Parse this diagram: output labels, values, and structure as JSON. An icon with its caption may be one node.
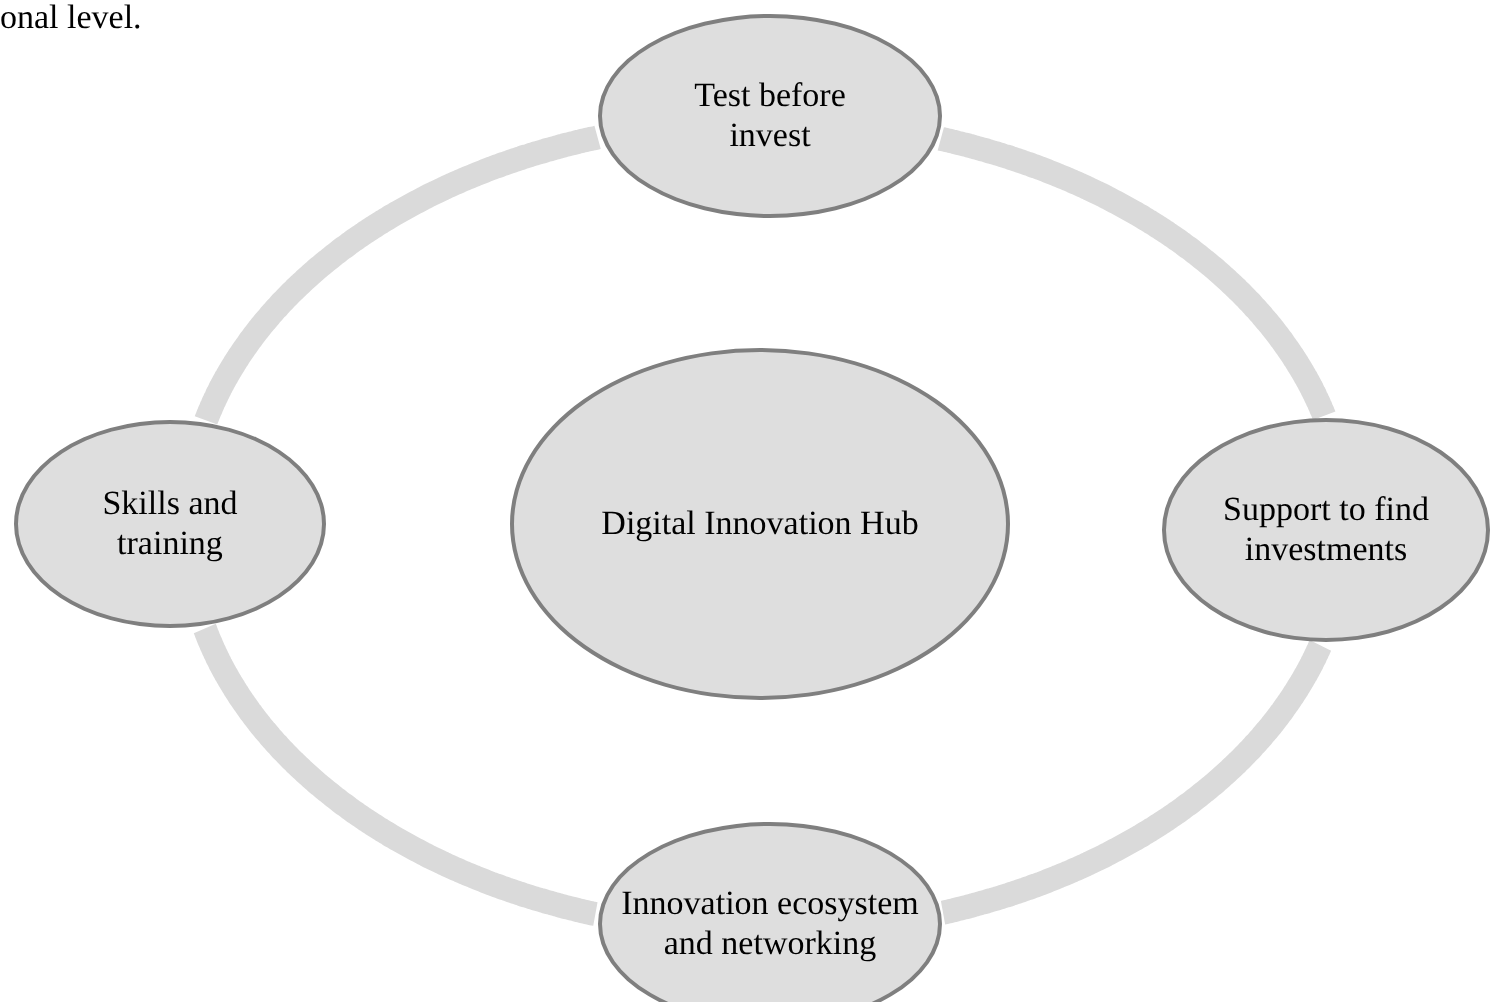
{
  "diagram": {
    "nodes": [
      {
        "text": [
          "Test before invest"
        ]
      },
      {
        "text": [
          "Skills and training"
        ]
      },
      {
        "text": [
          "Digital Innovation Hub"
        ]
      },
      {
        "text": [
          "Support to find investments"
        ]
      },
      {
        "text": [
          "Innovation ecosystem and networking"
        ]
      }
    ],
    "edges": [
      {
        "from": 0,
        "to": 3,
        "arrow": "none"
      },
      {
        "from": 3,
        "to": 4,
        "arrow": "none"
      },
      {
        "from": 4,
        "to": 1,
        "arrow": "none"
      },
      {
        "from": 1,
        "to": 0,
        "arrow": "none"
      }
    ],
    "labels": [
      "onal level."
    ]
  }
}
